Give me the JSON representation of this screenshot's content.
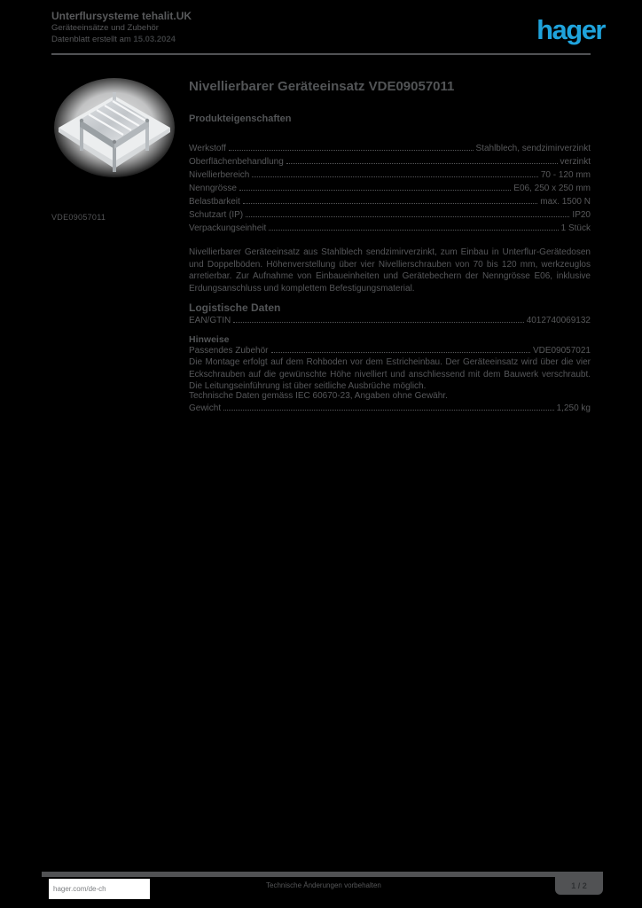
{
  "header": {
    "family_line": "Unterflursysteme tehalit.UK",
    "category_line": "Geräteeinsätze und Zubehör",
    "doc_line": "Datenblatt erstellt am ",
    "doc_date": "15.03.2024",
    "logo_text": "hager"
  },
  "product": {
    "reference": "VDE09057011",
    "title": "Nivellierbarer Geräteeinsatz VDE09057011"
  },
  "specs": {
    "heading": "Produkteigenschaften",
    "rows": [
      {
        "label": "Werkstoff",
        "value": "Stahlblech, sendzimirverzinkt"
      },
      {
        "label": "Oberflächenbehandlung",
        "value": "verzinkt"
      },
      {
        "label": "Nivellierbereich",
        "value": "70 - 120 mm"
      },
      {
        "label": "Nenngrösse",
        "value": "E06, 250 x 250 mm"
      },
      {
        "label": "Belastbarkeit",
        "value": "max. 1500 N"
      },
      {
        "label": "Schutzart (IP)",
        "value": "IP20"
      },
      {
        "label": "Verpackungseinheit",
        "value": "1 Stück"
      }
    ],
    "description": "Nivellierbarer Geräteeinsatz aus Stahlblech sendzimirverzinkt, zum Einbau in Unterflur-Gerätedosen und Doppelböden. Höhenverstellung über vier Nivellierschrauben von 70 bis 120 mm, werkzeuglos arretierbar. Zur Aufnahme von Einbaueinheiten und Gerätebechern der Nenngrösse E06, inklusive Erdungsanschluss und komplettem Befestigungsmaterial."
  },
  "logistics": {
    "heading": "Logistische Daten",
    "ean_label": "EAN/GTIN",
    "ean_value": "4012740069132"
  },
  "notes": {
    "heading": "Hinweise",
    "accessory_label": "Passendes Zubehör",
    "accessory_value": "VDE09057021",
    "paragraph": "Die Montage erfolgt auf dem Rohboden vor dem Estricheinbau. Der Geräteeinsatz wird über die vier Eckschrauben auf die gewünschte Höhe nivelliert und anschliessend mit dem Bauwerk verschraubt. Die Leitungseinführung ist über seitliche Ausbrüche möglich.",
    "standard_line": "Technische Daten gemäss IEC 60670-23, Angaben ohne Gewähr.",
    "weight_label": "Gewicht",
    "weight_value": "1,250 kg"
  },
  "footer": {
    "website": "hager.com/de-ch",
    "note": "Technische Änderungen vorbehalten",
    "page_indicator": "1 / 2"
  },
  "colors": {
    "background": "#000000",
    "text": "#57585a",
    "brand": "#1fa3dc"
  }
}
